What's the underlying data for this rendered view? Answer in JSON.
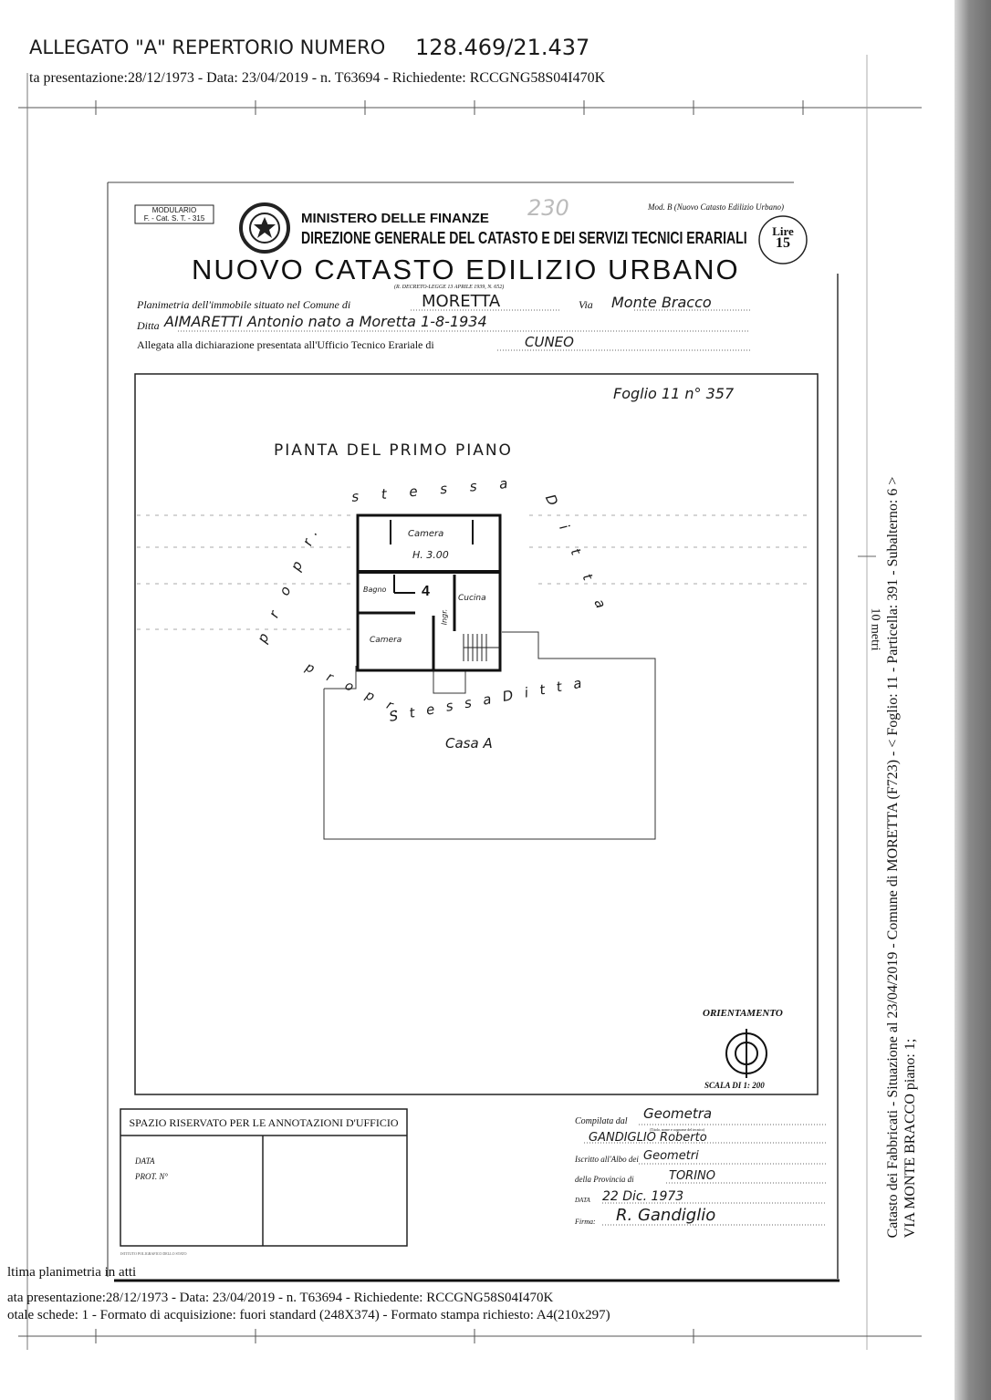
{
  "header_annotation": {
    "handwritten_title": "ALLEGATO \"A\" REPERTORIO NUMERO",
    "handwritten_number": "128.469/21.437",
    "top_line": "ta presentazione:28/12/1973 - Data: 23/04/2019 - n. T63694 - Richiedente: RCCGNG58S04I470K"
  },
  "form": {
    "modulario": "MODULARIO",
    "modulario_code": "F. - Cat. S. T. - 315",
    "mod_b": "Mod. B (Nuovo Catasto Edilizio Urbano)",
    "handwritten_mark": "230",
    "ministry": "MINISTERO DELLE FINANZE",
    "direction": "DIREZIONE GENERALE DEL CATASTO E DEI SERVIZI TECNICI ERARIALI",
    "title": "NUOVO CATASTO EDILIZIO URBANO",
    "decree": "(R. DECRETO-LEGGE 13 APRILE 1939, N. 652)",
    "stamp_lire": "Lire",
    "stamp_value": "15",
    "comune_label": "Planimetria dell'immobile situato nel Comune di",
    "comune_value": "MORETTA",
    "via_label": "Via",
    "via_value": "Monte Bracco",
    "ditta_label": "Ditta",
    "ditta_value": "AIMARETTI Antonio nato a Moretta 1-8-1934",
    "allegata_label": "Allegata alla dichiarazione presentata all'Ufficio Tecnico Erariale di",
    "allegata_value": "CUNEO"
  },
  "plan": {
    "foglio": "Foglio 11 n° 357",
    "title": "PIANTA DEL PRIMO PIANO",
    "label_stessa_top": "s t e s s a",
    "label_ditta_right": "D i t t a",
    "label_propr_left": "p r o p r.",
    "label_propr_bottom": "p r o p r.",
    "label_stessa_ditta_bottom": "S t e s s a   D i t t a",
    "casa": "Casa A",
    "rooms": [
      "Camera",
      "H. 3.00",
      "Bagno",
      "4",
      "Cucina",
      "Ingr.",
      "Camera"
    ],
    "orientamento": "ORIENTAMENTO",
    "scala": "SCALA DI 1: 200"
  },
  "office_box": {
    "title": "SPAZIO RISERVATO PER LE ANNOTAZIONI D'UFFICIO",
    "data_label": "DATA",
    "prot_label": "PROT. N°",
    "printer": "ISTITUTO POLIGRAFICO DELLO STATO"
  },
  "compiler": {
    "compilata_label": "Compilata dal",
    "compilata_value": "Geometra",
    "compilata_hint": "(Titolo, nome e cognome del tecnico)",
    "name_value": "GANDIGLIO Roberto",
    "iscritto_label": "Iscritto all'Albo dei",
    "iscritto_value": "Geometri",
    "provincia_label": "della Provincia di",
    "provincia_value": "TORINO",
    "data_label": "DATA",
    "data_value": "22 Dic. 1973",
    "firma_label": "Firma:",
    "firma_value": "R. Gandiglio"
  },
  "footer": {
    "ultima": "ltima planimetria in atti",
    "line1": "ata presentazione:28/12/1973 - Data: 23/04/2019 - n. T63694 - Richiedente: RCCGNG58S04I470K",
    "line2": "otale schede: 1 - Formato di acquisizione: fuori standard (248X374) - Formato stampa richiesto: A4(210x297)"
  },
  "side": {
    "line1": "Catasto dei Fabbricati - Situazione al 23/04/2019 - Comune di MORETTA (F723) - < Foglio: 11 - Particella: 391 - Subalterno: 6 >",
    "line2": "VIA MONTE BRACCO piano: 1;",
    "scale_mark": "10 metri"
  }
}
